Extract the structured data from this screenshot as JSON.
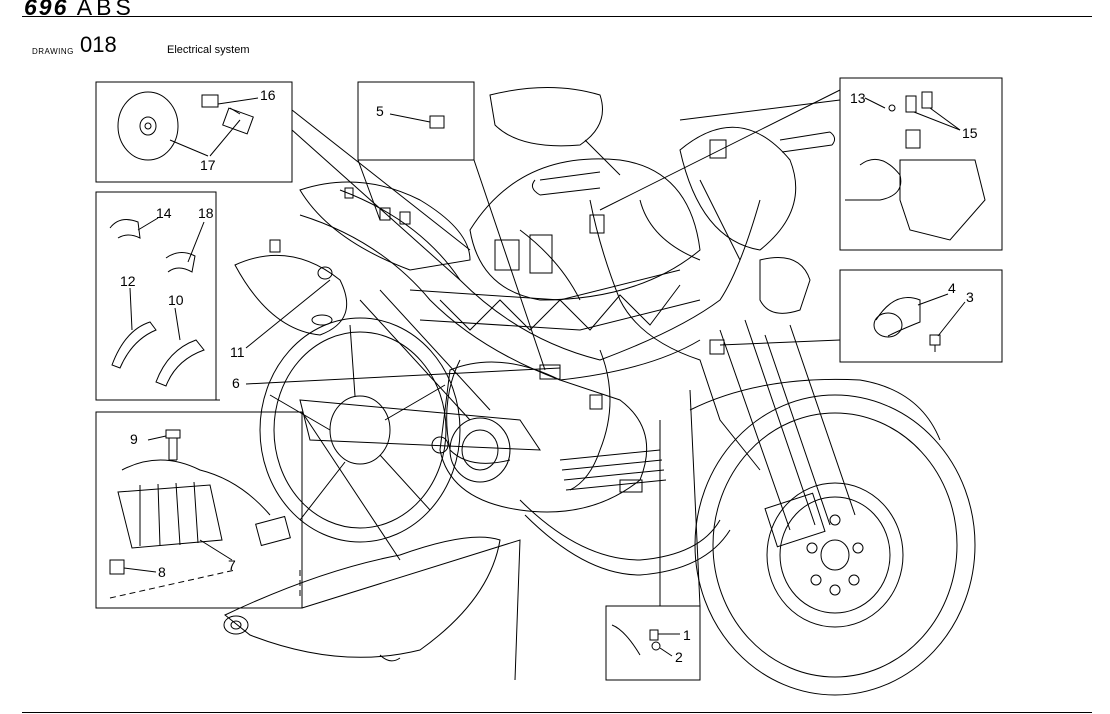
{
  "header": {
    "model_number": "696",
    "model_suffix": "ABS",
    "drawing_label": "DRAWING",
    "drawing_number": "018",
    "title": "Electrical system"
  },
  "callouts": [
    {
      "id": "c1",
      "label": "1"
    },
    {
      "id": "c2",
      "label": "2"
    },
    {
      "id": "c3",
      "label": "3"
    },
    {
      "id": "c4",
      "label": "4"
    },
    {
      "id": "c5",
      "label": "5"
    },
    {
      "id": "c6",
      "label": "6"
    },
    {
      "id": "c7",
      "label": "7"
    },
    {
      "id": "c8",
      "label": "8"
    },
    {
      "id": "c9",
      "label": "9"
    },
    {
      "id": "c10",
      "label": "10"
    },
    {
      "id": "c11",
      "label": "11"
    },
    {
      "id": "c12",
      "label": "12"
    },
    {
      "id": "c13",
      "label": "13"
    },
    {
      "id": "c14",
      "label": "14"
    },
    {
      "id": "c15",
      "label": "15"
    },
    {
      "id": "c16",
      "label": "16"
    },
    {
      "id": "c17",
      "label": "17"
    },
    {
      "id": "c18",
      "label": "18"
    }
  ]
}
